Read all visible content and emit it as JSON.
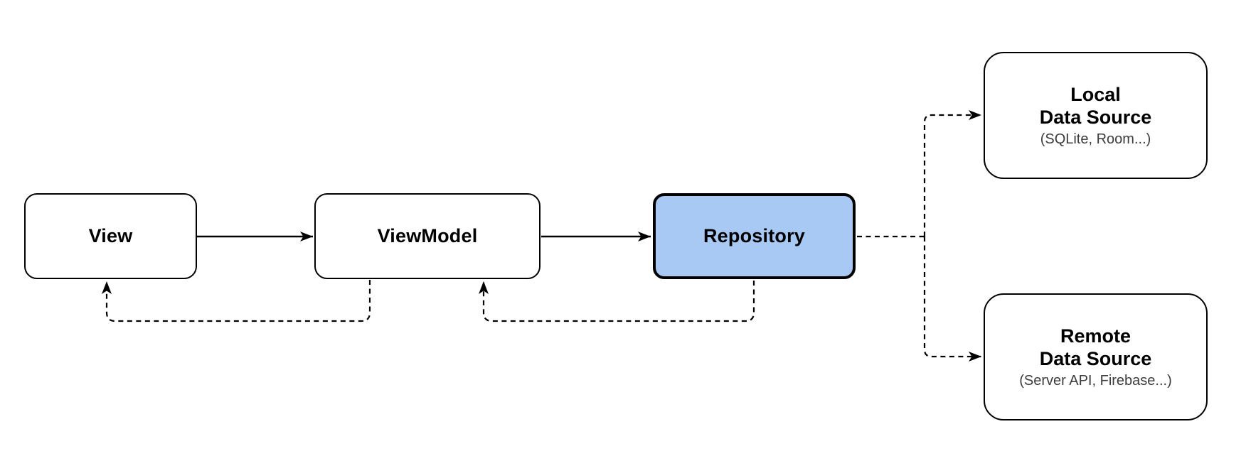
{
  "colors": {
    "background": "#ffffff",
    "box_fill": "#ffffff",
    "box_border": "#000000",
    "repository_fill": "#a8c9f4",
    "title_text": "#000000",
    "subtitle_text": "#3c3c3c",
    "connector": "#000000"
  },
  "nodes": {
    "view": {
      "label": "View"
    },
    "viewmodel": {
      "label": "ViewModel"
    },
    "repository": {
      "label": "Repository"
    },
    "local_data_source": {
      "line1": "Local",
      "line2": "Data Source",
      "subtitle": "(SQLite, Room...)"
    },
    "remote_data_source": {
      "line1": "Remote",
      "line2": "Data Source",
      "subtitle": "(Server API, Firebase...)"
    }
  },
  "edges": [
    {
      "from": "View",
      "to": "ViewModel",
      "style": "solid-arrow"
    },
    {
      "from": "ViewModel",
      "to": "Repository",
      "style": "solid-arrow"
    },
    {
      "from": "ViewModel",
      "to": "View",
      "style": "dashed-arrow"
    },
    {
      "from": "Repository",
      "to": "ViewModel",
      "style": "dashed-arrow"
    },
    {
      "from": "Repository",
      "to": "Local Data Source",
      "style": "dashed-arrow"
    },
    {
      "from": "Repository",
      "to": "Remote Data Source",
      "style": "dashed-arrow"
    }
  ]
}
